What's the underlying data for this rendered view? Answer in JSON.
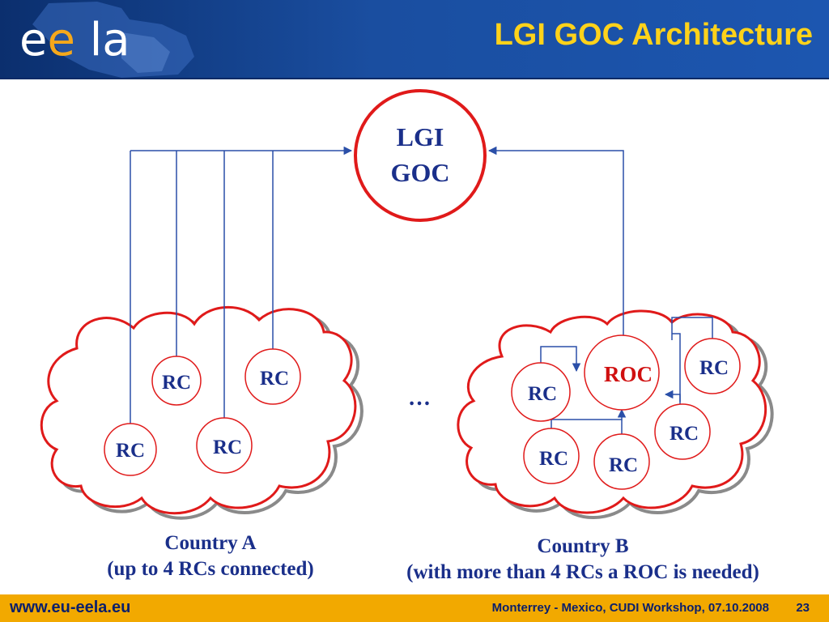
{
  "header": {
    "title": "LGI GOC Architecture",
    "logo": {
      "part1": "e",
      "part2": "e",
      "part3": " la"
    }
  },
  "diagram": {
    "goc": {
      "line1": "LGI",
      "line2": "GOC"
    },
    "ellipsis": "…",
    "country_a": {
      "nodes": [
        "RC",
        "RC",
        "RC",
        "RC"
      ],
      "caption_line1": "Country A",
      "caption_line2": "(up to 4 RCs connected)"
    },
    "country_b": {
      "roc": "ROC",
      "nodes": [
        "RC",
        "RC",
        "RC",
        "RC",
        "RC"
      ],
      "caption_line1": "Country B",
      "caption_line2": "(with more than 4 RCs a ROC is needed)"
    }
  },
  "footer": {
    "url": "www.eu-eela.eu",
    "info": "Monterrey - Mexico, CUDI Workshop, 07.10.2008",
    "page": "23"
  },
  "colors": {
    "title": "#ffd21a",
    "node_stroke": "#e01a1a",
    "line": "#2a4fa8",
    "text": "#1a2f8a",
    "roc_text": "#d01010",
    "footer": "#f2a900"
  }
}
